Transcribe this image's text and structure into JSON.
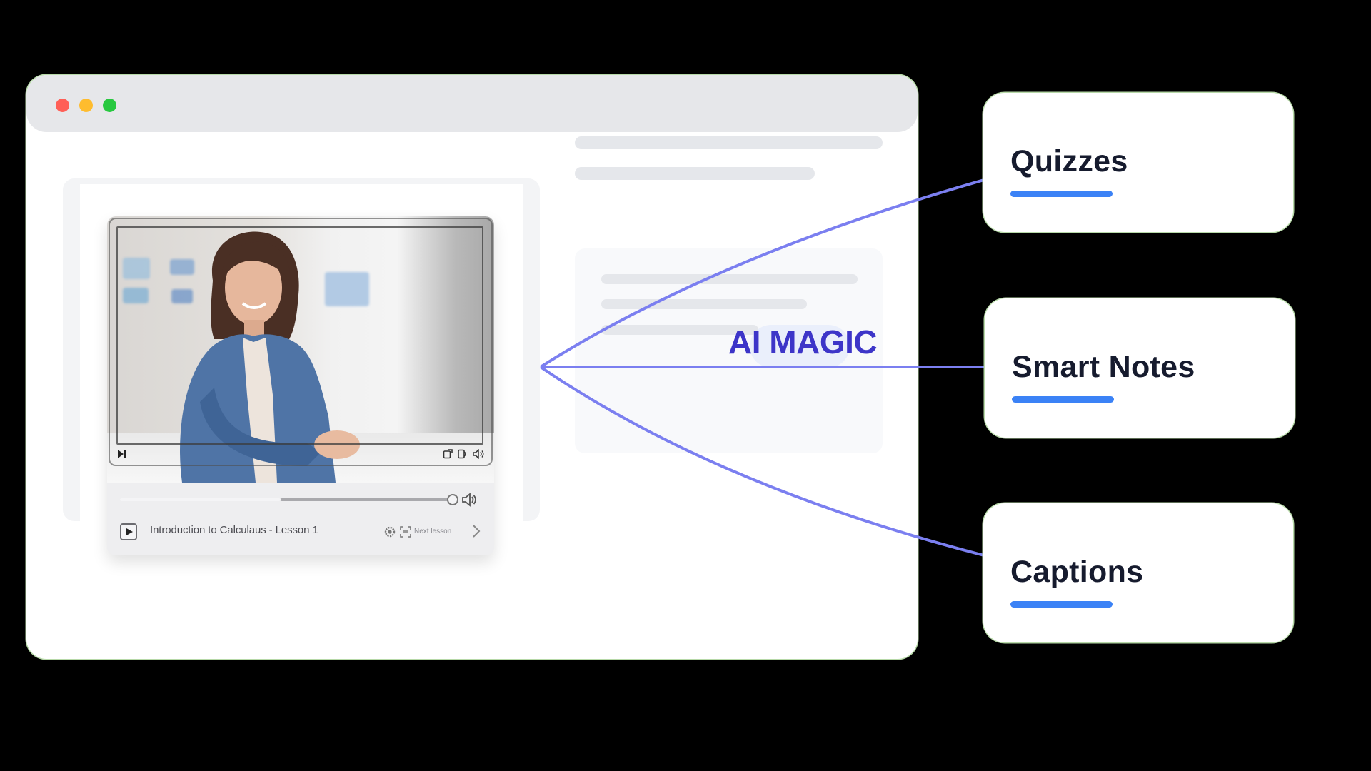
{
  "colors": {
    "background": "#000000",
    "window_bg": "#ffffff",
    "titlebar_bg": "#e6e7ea",
    "traffic_red": "#ff5f57",
    "traffic_yellow": "#febc2e",
    "traffic_green": "#28c840",
    "connector": "#7b7ff0",
    "ai_magic": "#3d35c8",
    "feature_bar": "#3b82f6",
    "feature_text": "#161b2e",
    "skeleton": "#e5e7eb"
  },
  "window": {
    "traffic_lights": [
      "close",
      "minimize",
      "maximize"
    ]
  },
  "video_player": {
    "lesson_title": "Introduction to Calculaus - Lesson 1",
    "next_label": "Next lesson",
    "progress_percent": 49,
    "icons": {
      "frame_left": "skip-next-icon",
      "frame_right": [
        "share-icon",
        "pip-icon",
        "volume-icon"
      ],
      "play": "play-icon",
      "volume": "volume-icon",
      "settings": "gear-icon",
      "captions": "captions-icon",
      "next": "chevron-right-icon"
    }
  },
  "hub": {
    "label": "AI MAGIC"
  },
  "features": [
    {
      "label": "Quizzes"
    },
    {
      "label": "Smart Notes"
    },
    {
      "label": "Captions"
    }
  ]
}
